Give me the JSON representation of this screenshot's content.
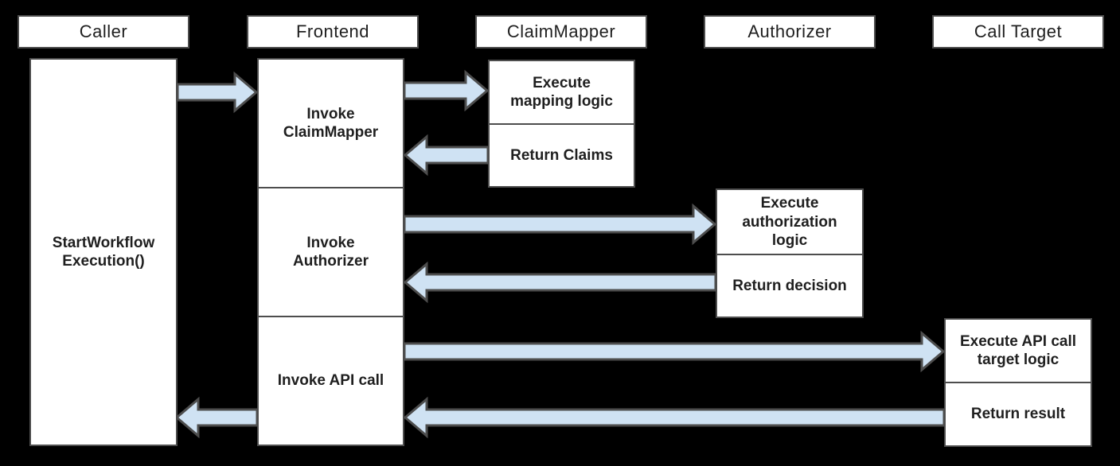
{
  "diagram": {
    "type": "sequence-diagram",
    "background_color": "#000000",
    "box_fill_color": "#ffffff",
    "border_color": "#4d4d4d",
    "arrow_fill_color": "#cfe2f3",
    "text_color": "#1f1f1f",
    "lifelines": [
      {
        "label": "Caller"
      },
      {
        "label": "Frontend"
      },
      {
        "label": "ClaimMapper"
      },
      {
        "label": "Authorizer"
      },
      {
        "label": "Call Target"
      }
    ],
    "activations": {
      "caller": [
        "StartWorkflow\nExecution()"
      ],
      "frontend": [
        "Invoke\nClaimMapper",
        "Invoke\nAuthorizer",
        "Invoke API call"
      ],
      "claim_mapper": [
        "Execute\nmapping logic",
        "Return Claims"
      ],
      "authorizer": [
        "Execute\nauthorization\nlogic",
        "Return decision"
      ],
      "call_target": [
        "Execute API call\ntarget logic",
        "Return result"
      ]
    },
    "messages": [
      {
        "from": "Caller",
        "to": "Frontend",
        "direction": "right"
      },
      {
        "from": "Frontend",
        "to": "ClaimMapper",
        "direction": "right"
      },
      {
        "from": "ClaimMapper",
        "to": "Frontend",
        "direction": "left"
      },
      {
        "from": "Frontend",
        "to": "Authorizer",
        "direction": "right"
      },
      {
        "from": "Authorizer",
        "to": "Frontend",
        "direction": "left"
      },
      {
        "from": "Frontend",
        "to": "Call Target",
        "direction": "right"
      },
      {
        "from": "Call Target",
        "to": "Frontend",
        "direction": "left"
      },
      {
        "from": "Frontend",
        "to": "Caller",
        "direction": "left"
      }
    ]
  }
}
